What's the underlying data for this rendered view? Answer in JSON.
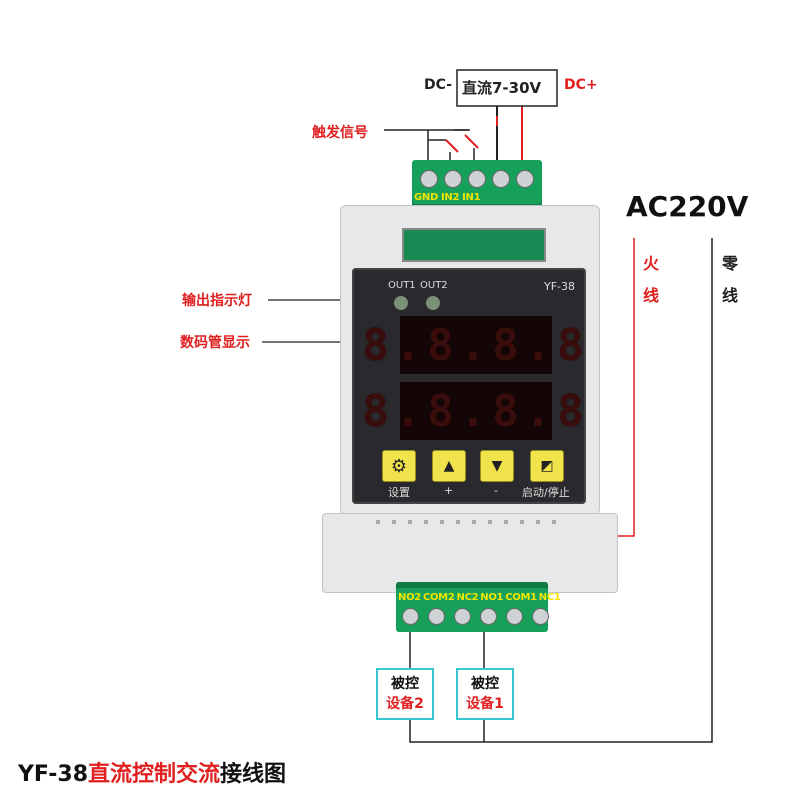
{
  "power": {
    "dc_minus": "DC-",
    "supply": "直流7-30V",
    "dc_plus": "DC+"
  },
  "labels": {
    "trigger": "触发信号",
    "out_indicator": "输出指示灯",
    "display": "数码管显示",
    "ac": "AC220V",
    "live_1": "火",
    "live_2": "线",
    "neutral_1": "零",
    "neutral_2": "线"
  },
  "device": {
    "model": "YF-38",
    "led1": "OUT1",
    "led2": "OUT2",
    "display_top": "8.8.8.8",
    "display_bottom": "8.8.8.8",
    "buttons": [
      {
        "icon": "gear-icon",
        "caption": "设置"
      },
      {
        "icon": "triangle-up-icon",
        "caption": "+"
      },
      {
        "icon": "triangle-down-icon",
        "caption": "-"
      },
      {
        "icon": "start-stop-icon",
        "caption": "启动/停止"
      }
    ]
  },
  "terminals_top": [
    "GND",
    "IN2",
    "IN1"
  ],
  "terminals_bottom": [
    "NO2",
    "COM2",
    "NC2",
    "NO1",
    "COM1",
    "NC1"
  ],
  "controlled": [
    {
      "line1": "被控",
      "line2": "设备2"
    },
    {
      "line1": "被控",
      "line2": "设备1"
    }
  ],
  "caption": {
    "part1": "YF-38",
    "part2": "直流控制交流",
    "part3": "接线图"
  },
  "colors": {
    "wire_red": "#e02020",
    "wire_dark": "#222222",
    "terminal_green": "#17a05a",
    "panel": "#2a2a2e",
    "button_yellow": "#f0e24a",
    "box_cyan": "#38c6d0"
  }
}
